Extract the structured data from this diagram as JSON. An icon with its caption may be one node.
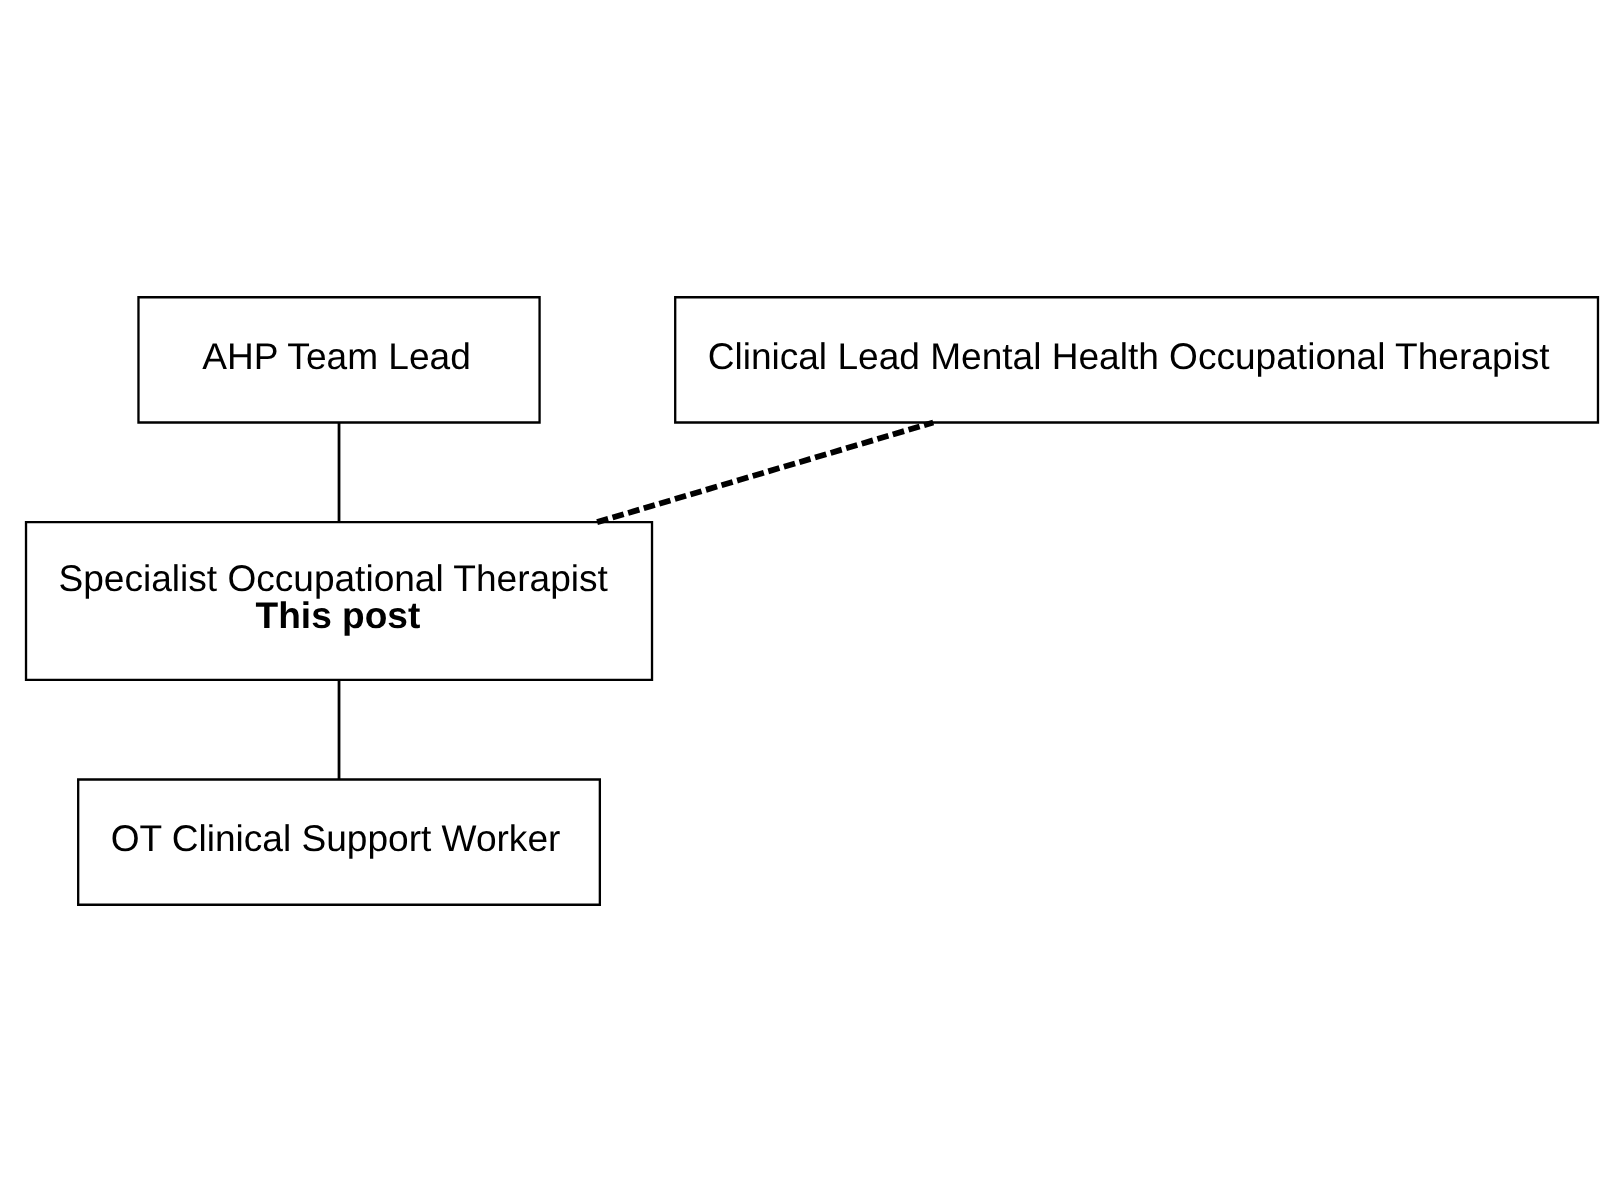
{
  "diagram": {
    "nodes": [
      {
        "text": [
          "AHP Team Lead"
        ]
      },
      {
        "text": [
          "Clinical Lead Mental Health Occupational Therapist"
        ]
      },
      {
        "text": [
          "Specialist Occupational Therapist",
          "This post"
        ]
      },
      {
        "text": [
          "OT Clinical Support Worker"
        ]
      }
    ],
    "edges": [
      {
        "from": 0,
        "to": 2,
        "arrow": "none"
      },
      {
        "from": 2,
        "to": 1,
        "arrow": "none",
        "style": "dashed"
      },
      {
        "from": 2,
        "to": 3,
        "arrow": "none"
      }
    ]
  }
}
